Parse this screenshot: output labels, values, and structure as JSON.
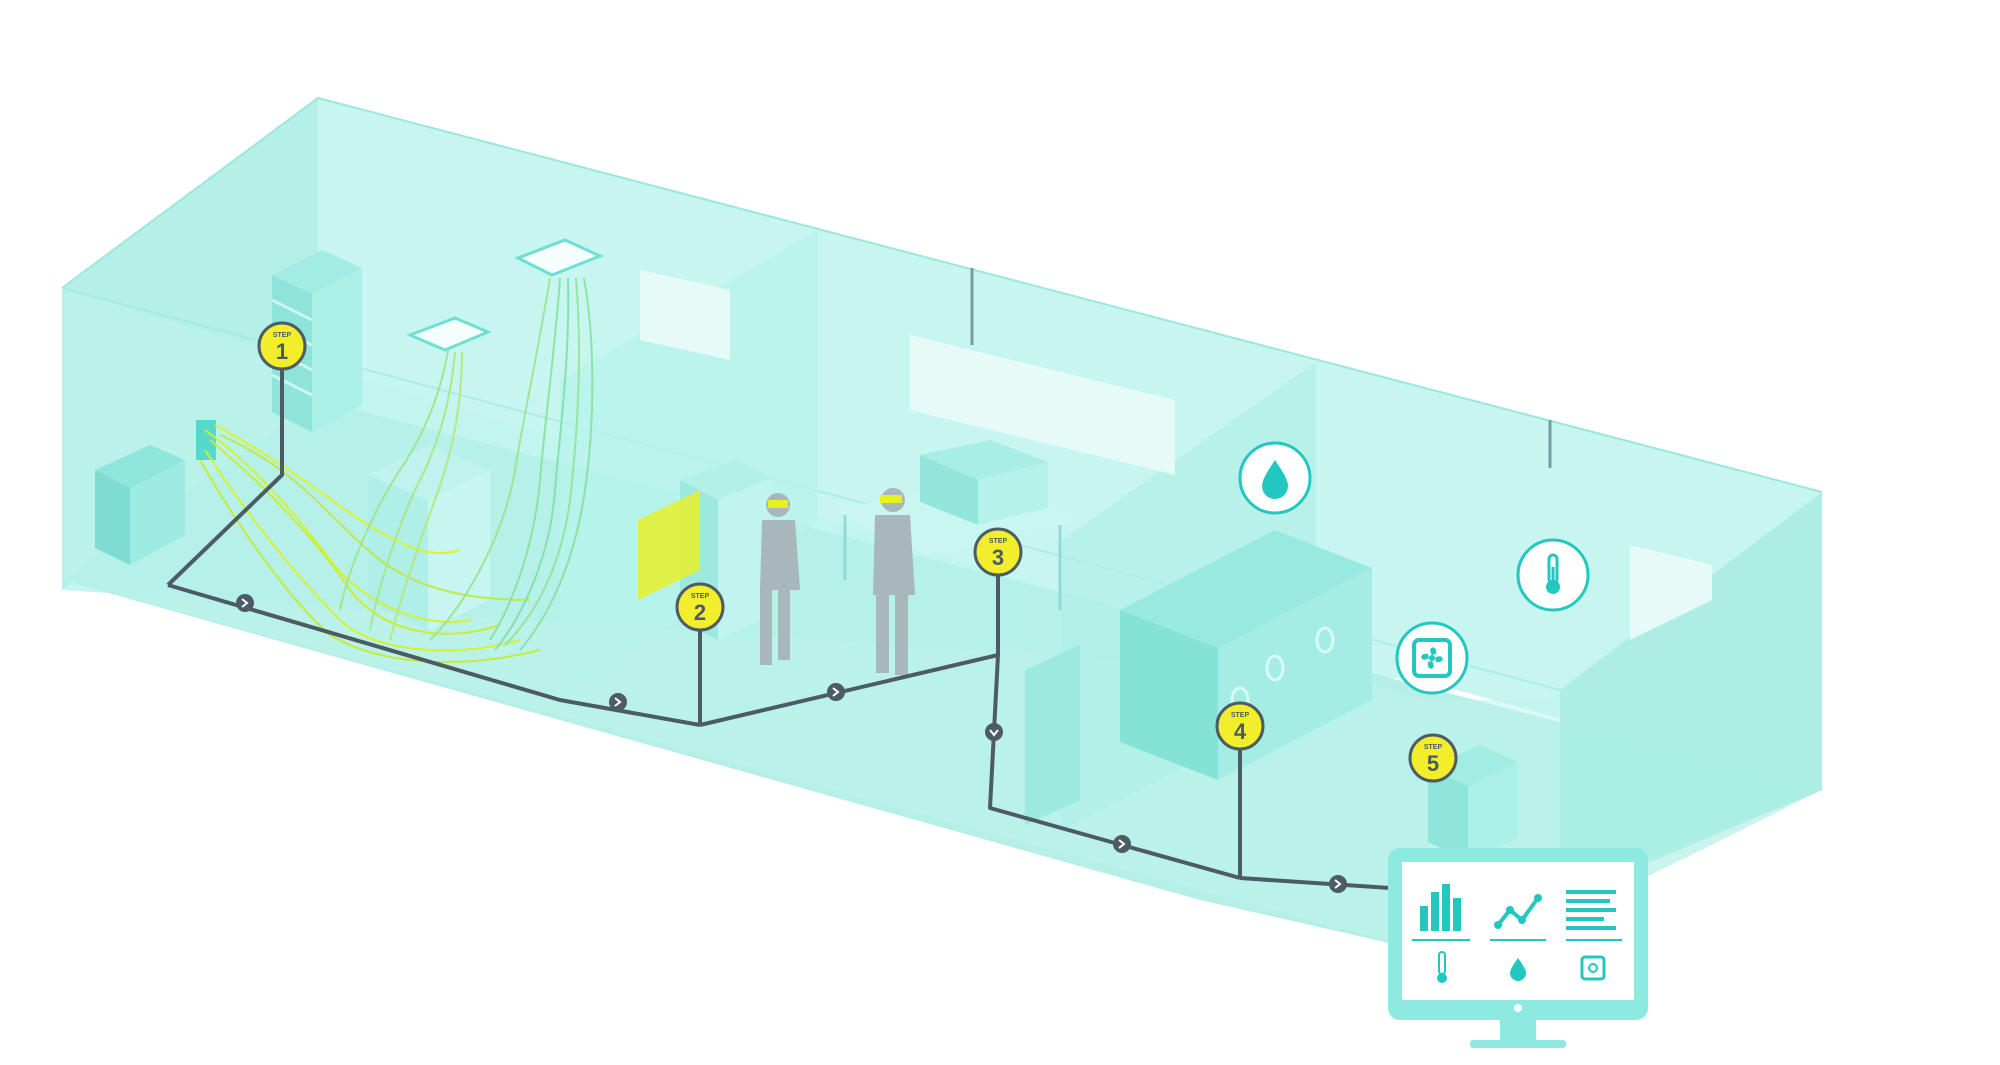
{
  "steps": [
    {
      "label": "STEP",
      "number": "1"
    },
    {
      "label": "STEP",
      "number": "2"
    },
    {
      "label": "STEP",
      "number": "3"
    },
    {
      "label": "STEP",
      "number": "4"
    },
    {
      "label": "STEP",
      "number": "5"
    }
  ],
  "icons": {
    "humidity": "water-drop-icon",
    "temperature": "thermometer-icon",
    "airflow": "fan-icon"
  },
  "monitor": {
    "widgets": [
      "bar-chart-icon",
      "line-chart-icon",
      "text-lines-icon",
      "thermometer-icon",
      "water-drop-icon",
      "fan-icon"
    ]
  },
  "colors": {
    "room": "#b9f3ec",
    "room_edge": "#8fe3da",
    "accent": "#22c7c0",
    "step_badge": "#f3ee2c",
    "path": "#4d5b65",
    "airflow_yellow": "#d9f21b",
    "airflow_green": "#7ee0a8"
  }
}
